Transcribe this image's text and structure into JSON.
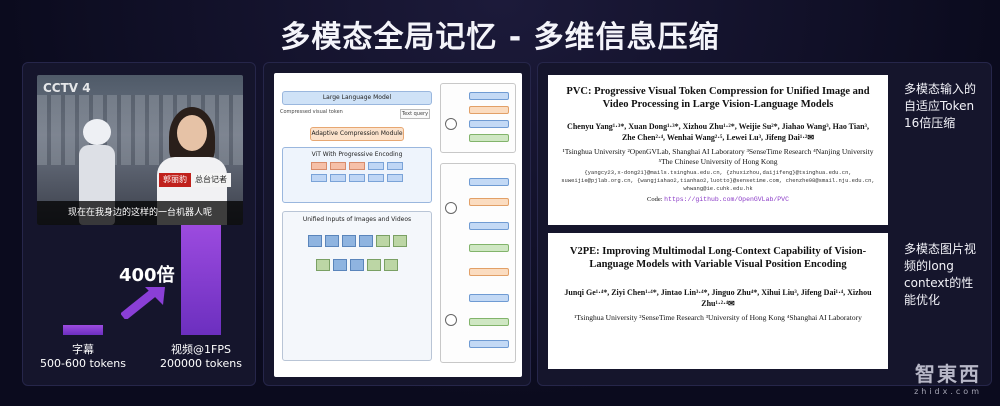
{
  "title": "多模态全局记忆 - 多维信息压缩",
  "left_panel": {
    "video": {
      "channel_logo": "CCTV 4",
      "lower_third_name": "郭丽豹",
      "lower_third_role": "总台记者",
      "subtitle": "现在在我身边的这样的一台机器人呢"
    },
    "bars": {
      "subtitle_label": "字幕",
      "subtitle_tokens": "500-600 tokens",
      "video_label": "视频@1FPS",
      "video_tokens": "200000 tokens",
      "ratio": "400倍"
    }
  },
  "diagram": {
    "llm": "Large Language Model",
    "compressed_tokens": "Compressed visual token",
    "text_query": "Text query",
    "acm": "Adaptive Compression Module",
    "vit": "ViT With Progressive Encoding",
    "unified": "Unified Inputs of Images and Videos"
  },
  "papers": [
    {
      "title": "PVC: Progressive Visual Token Compression for Unified Image and Video Processing in Large Vision-Language Models",
      "authors": "Chenyu Yang¹·³*, Xuan Dong¹·³*, Xizhou Zhu¹·²*, Weijie Su²*, Jiahao Wang³, Hao Tian³, Zhe Chen²·⁴, Wenhai Wang²·⁵, Lewei Lu³, Jifeng Dai¹·²✉",
      "affiliations": "¹Tsinghua University  ²OpenGVLab, Shanghai AI Laboratory  ³SenseTime Research  ⁴Nanjing University  ⁵The Chinese University of Hong Kong",
      "emails": "{yangcy23,x-dong21}@mails.tsinghua.edu.cn, {zhuxizhou,daijifeng}@tsinghua.edu.cn, suweijie@pjlab.org.cn, {wangjiahao2,tianhao2,luotto}@sensetime.com, chenzhe98@smail.nju.edu.cn, whwang@ie.cuhk.edu.hk",
      "code_label": "Code:",
      "code_url": "https://github.com/OpenGVLab/PVC"
    },
    {
      "title": "V2PE: Improving Multimodal Long-Context Capability of Vision-Language Models with Variable Visual Position Encoding",
      "authors": "Junqi Ge¹·⁴*, Ziyi Chen¹·⁴*, Jintao Lin³·⁴*, Jinguo Zhu⁴*, Xihui Liu³, Jifeng Dai¹·⁴, Xizhou Zhu¹·²·⁴✉",
      "affiliations": "¹Tsinghua University  ²SenseTime Research  ³University of Hong Kong  ⁴Shanghai AI Laboratory"
    }
  ],
  "notes": [
    "多模态输入的自适应Token 16倍压缩",
    "多模态图片视频的long context的性能优化"
  ],
  "watermark": {
    "main": "智東西",
    "sub": "zhidx.com"
  }
}
